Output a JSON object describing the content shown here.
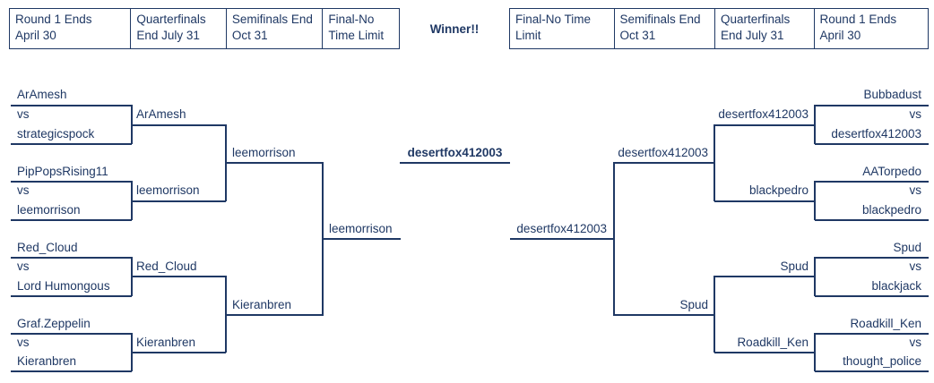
{
  "colors": {
    "ink": "#1f3864",
    "background": "#ffffff"
  },
  "header": {
    "left": [
      {
        "line1": "Round 1 Ends",
        "line2": "April 30"
      },
      {
        "line1": "Quarterfinals",
        "line2": "End July 31"
      },
      {
        "line1": "Semifinals End",
        "line2": "Oct 31"
      },
      {
        "line1": "Final-No",
        "line2": "Time Limit"
      }
    ],
    "winner_label": "Winner!!",
    "right": [
      {
        "line1": "Final-No Time",
        "line2": "Limit"
      },
      {
        "line1": "Semifinals End",
        "line2": "Oct 31"
      },
      {
        "line1": "Quarterfinals",
        "line2": "End July 31"
      },
      {
        "line1": "Round 1 Ends",
        "line2": "April 30"
      }
    ]
  },
  "left": {
    "round1": [
      {
        "p1": "ArAmesh",
        "vs": "vs",
        "p2": "strategicspock",
        "winner": "ArAmesh"
      },
      {
        "p1": "PipPopsRising11",
        "vs": "vs",
        "p2": "leemorrison",
        "winner": "leemorrison"
      },
      {
        "p1": "Red_Cloud",
        "vs": "vs",
        "p2": "Lord Humongous",
        "winner": "Red_Cloud"
      },
      {
        "p1": "Graf.Zeppelin",
        "vs": "vs",
        "p2": "Kieranbren",
        "winner": "Kieranbren"
      }
    ],
    "semifinal_winners": [
      "leemorrison",
      "Kieranbren"
    ],
    "final_winner": "leemorrison"
  },
  "right": {
    "round1": [
      {
        "p1": "Bubbadust",
        "vs": "vs",
        "p2": "desertfox412003",
        "winner": "desertfox412003"
      },
      {
        "p1": "AATorpedo",
        "vs": "vs",
        "p2": "blackpedro",
        "winner": "blackpedro"
      },
      {
        "p1": "Spud",
        "vs": "vs",
        "p2": "blackjack",
        "winner": "Spud"
      },
      {
        "p1": "Roadkill_Ken",
        "vs": "vs",
        "p2": "thought_police",
        "winner": "Roadkill_Ken"
      }
    ],
    "semifinal_winners": [
      "desertfox412003",
      "Spud"
    ],
    "final_winner": "desertfox412003"
  },
  "champion": "desertfox412003"
}
